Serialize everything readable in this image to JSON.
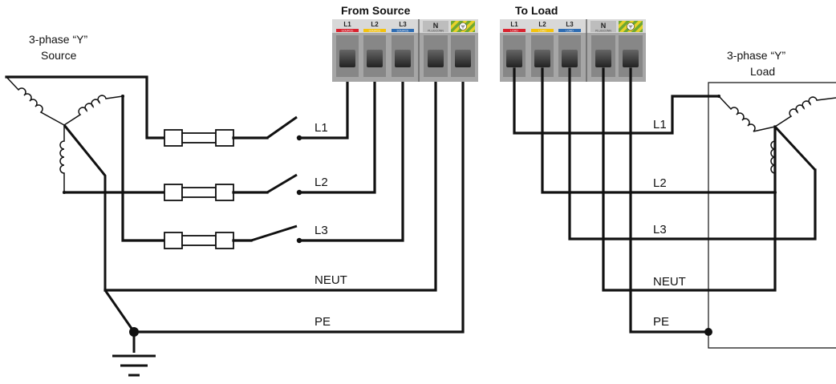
{
  "source": {
    "title_line1": "3-phase “Y”",
    "title_line2": "Source"
  },
  "load": {
    "title_line1": "3-phase “Y”",
    "title_line2": "Load"
  },
  "from_source_block": {
    "title": "From Source",
    "terminals": [
      {
        "label": "L1",
        "sub": "SOURCE",
        "color": "#d9232f"
      },
      {
        "label": "L2",
        "sub": "SOURCE",
        "color": "#f4c20d"
      },
      {
        "label": "L3",
        "sub": "SOURCE",
        "color": "#2f6db3"
      },
      {
        "label": "N",
        "sub": "PLUGCONN",
        "color": "#d0d0d0"
      },
      {
        "label": "",
        "sub": "",
        "color": "#6fa832"
      }
    ]
  },
  "to_load_block": {
    "title": "To Load",
    "terminals": [
      {
        "label": "L1",
        "sub": "LOAD",
        "color": "#d9232f"
      },
      {
        "label": "L2",
        "sub": "LOAD",
        "color": "#f4c20d"
      },
      {
        "label": "L3",
        "sub": "LOAD",
        "color": "#2f6db3"
      },
      {
        "label": "N",
        "sub": "PLUGCONN",
        "color": "#d0d0d0"
      },
      {
        "label": "",
        "sub": "",
        "color": "#6fa832"
      }
    ]
  },
  "source_wires": {
    "l1": "L1",
    "l2": "L2",
    "l3": "L3",
    "neut": "NEUT",
    "pe": "PE"
  },
  "load_wires": {
    "l1": "L1",
    "l2": "L2",
    "l3": "L3",
    "neut": "NEUT",
    "pe": "PE"
  },
  "colors": {
    "wire": "#111111",
    "housing": "#a6a6a6",
    "earth_stripe": "#e8d22a"
  }
}
